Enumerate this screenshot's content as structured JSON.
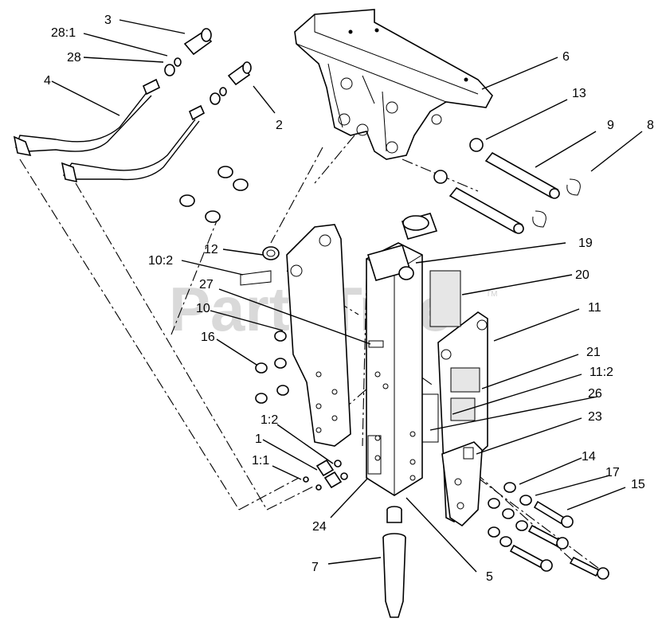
{
  "watermark": {
    "text": "PartsTree",
    "tm": "TM"
  },
  "callouts": {
    "c1": "1",
    "c1_1": "1:1",
    "c1_2": "1:2",
    "c2": "2",
    "c3": "3",
    "c4": "4",
    "c5": "5",
    "c6": "6",
    "c7": "7",
    "c8": "8",
    "c9": "9",
    "c10": "10",
    "c10_2": "10:2",
    "c11": "11",
    "c11_2": "11:2",
    "c12": "12",
    "c13": "13",
    "c14": "14",
    "c15": "15",
    "c16": "16",
    "c17": "17",
    "c19": "19",
    "c20": "20",
    "c21": "21",
    "c23": "23",
    "c24": "24",
    "c26": "26",
    "c27": "27",
    "c28": "28",
    "c28_1": "28:1"
  }
}
